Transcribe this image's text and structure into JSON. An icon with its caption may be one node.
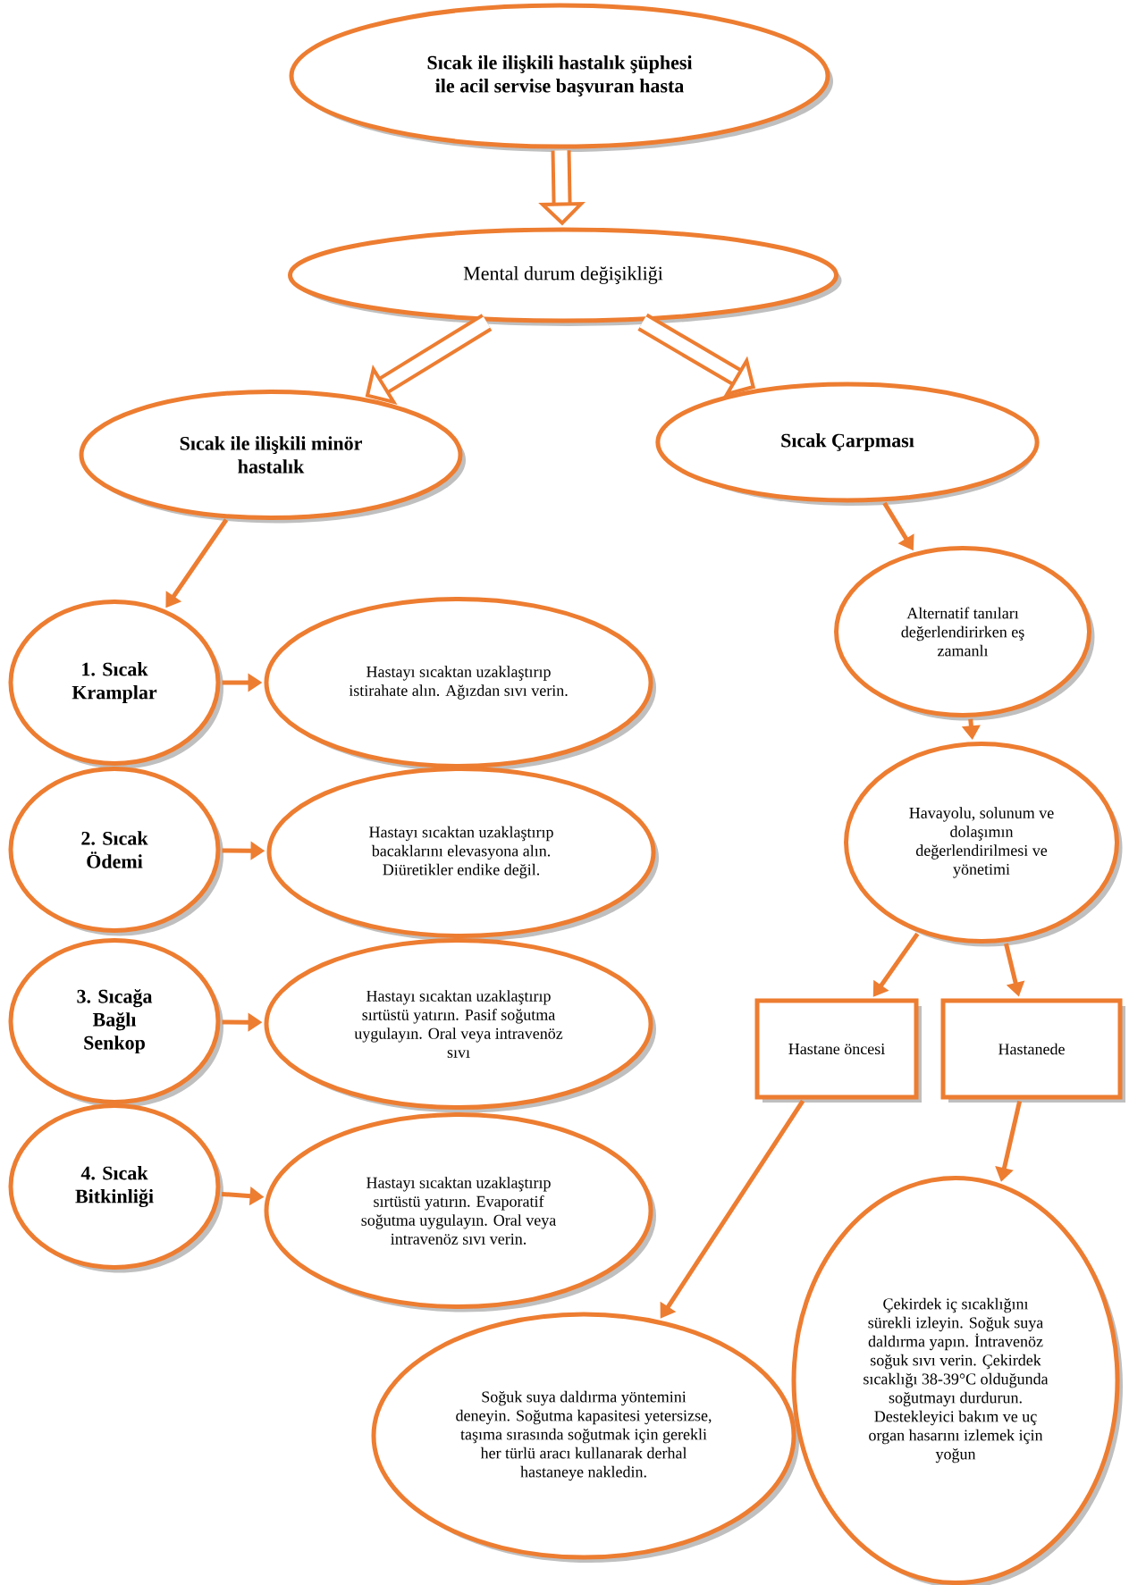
{
  "diagram": {
    "nodes": [
      {
        "text": [
          "Sıcak ile ilişkili hastalık şüphesi ile acil servise başvuran hasta"
        ]
      },
      {
        "text": [
          "Mental durum değişikliği"
        ]
      },
      {
        "text": [
          "Sıcak ile ilişkili minör hastalık"
        ]
      },
      {
        "text": [
          "Sıcak Çarpması"
        ]
      },
      {
        "text": [
          "1. Sıcak Kramplar"
        ]
      },
      {
        "text": [
          "Hastayı sıcaktan uzaklaştırıp istirahate alın. Ağızdan sıvı verin."
        ]
      },
      {
        "text": [
          "2. Sıcak Ödemi"
        ]
      },
      {
        "text": [
          "Hastayı sıcaktan uzaklaştırıp bacaklarını elevasyona alın. Diüretikler endike değil."
        ]
      },
      {
        "text": [
          "3. Sıcağa Bağlı Senkop"
        ]
      },
      {
        "text": [
          "Hastayı sıcaktan uzaklaştırıp sırtüstü yatırın. Pasif soğutma uygulayın. Oral veya intravenöz sıvı"
        ]
      },
      {
        "text": [
          "4. Sıcak Bitkinliği"
        ]
      },
      {
        "text": [
          "Hastayı sıcaktan uzaklaştırıp sırtüstü yatırın. Evaporatif soğutma uygulayın. Oral veya intravenöz sıvı verin."
        ]
      },
      {
        "text": [
          "Alternatif tanıları değerlendirirken eş zamanlı"
        ]
      },
      {
        "text": [
          "Havayolu, solunum ve dolaşımın değerlendirilmesi ve yönetimi"
        ]
      },
      {
        "text": [
          "Hastane öncesi"
        ]
      },
      {
        "text": [
          "Hastanede"
        ]
      },
      {
        "text": [
          "Soğuk suya daldırma yöntemini deneyin. Soğutma kapasitesi yetersizse, taşıma sırasında soğutmak için gerekli her türlü aracı kullanarak derhal hastaneye nakledin."
        ]
      },
      {
        "text": [
          "Çekirdek iç sıcaklığını sürekli izleyin. Soğuk suya daldırma yapın. İntravenöz soğuk sıvı verin. Çekirdek sıcaklığı 38-39°C olduğunda soğutmayı durdurun. Destekleyici bakım ve uç organ hasarını izlemek için yoğun"
        ]
      }
    ],
    "edges": [
      {
        "from": 0,
        "to": 1,
        "arrow": "to",
        "style": "thick"
      },
      {
        "from": 1,
        "to": 2,
        "arrow": "to",
        "style": "thick"
      },
      {
        "from": 1,
        "to": 3,
        "arrow": "to",
        "style": "thick"
      },
      {
        "from": 2,
        "to": 4,
        "arrow": "to"
      },
      {
        "from": 4,
        "to": 5,
        "arrow": "to"
      },
      {
        "from": 6,
        "to": 7,
        "arrow": "to"
      },
      {
        "from": 8,
        "to": 9,
        "arrow": "to"
      },
      {
        "from": 10,
        "to": 11,
        "arrow": "to"
      },
      {
        "from": 3,
        "to": 12,
        "arrow": "to"
      },
      {
        "from": 12,
        "to": 13,
        "arrow": "to"
      },
      {
        "from": 13,
        "to": 14,
        "arrow": "to"
      },
      {
        "from": 13,
        "to": 15,
        "arrow": "to"
      },
      {
        "from": 14,
        "to": 16,
        "arrow": "to"
      },
      {
        "from": 15,
        "to": 17,
        "arrow": "to"
      }
    ]
  }
}
